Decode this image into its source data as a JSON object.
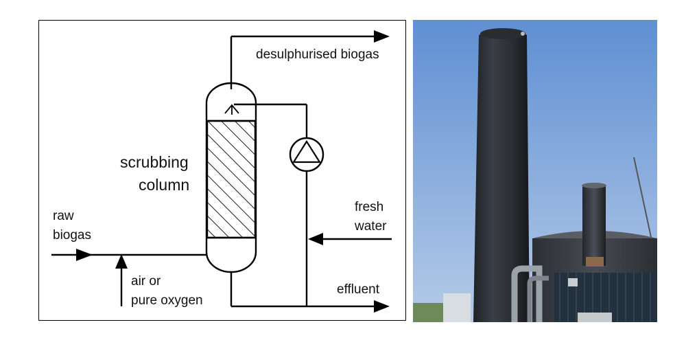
{
  "diagram": {
    "labels": {
      "desulphurised_biogas": "desulphurised biogas",
      "scrubbing_line1": "scrubbing",
      "scrubbing_line2": "column",
      "raw_line1": "raw",
      "raw_line2": "biogas",
      "fresh_line1": "fresh",
      "fresh_line2": "water",
      "air_line1": "air or",
      "air_line2": "pure oxygen",
      "effluent": "effluent"
    },
    "icons": [
      "pump-icon",
      "packing-hatch",
      "spray-nozzle-icon",
      "arrowhead-icon"
    ],
    "colors": {
      "line": "#000000",
      "background": "#ffffff"
    }
  },
  "photo": {
    "subject": "scrubbing tower",
    "colors": {
      "sky": "#86a9db",
      "tower": "#2b2e33",
      "tank": "#3a3d42"
    }
  }
}
